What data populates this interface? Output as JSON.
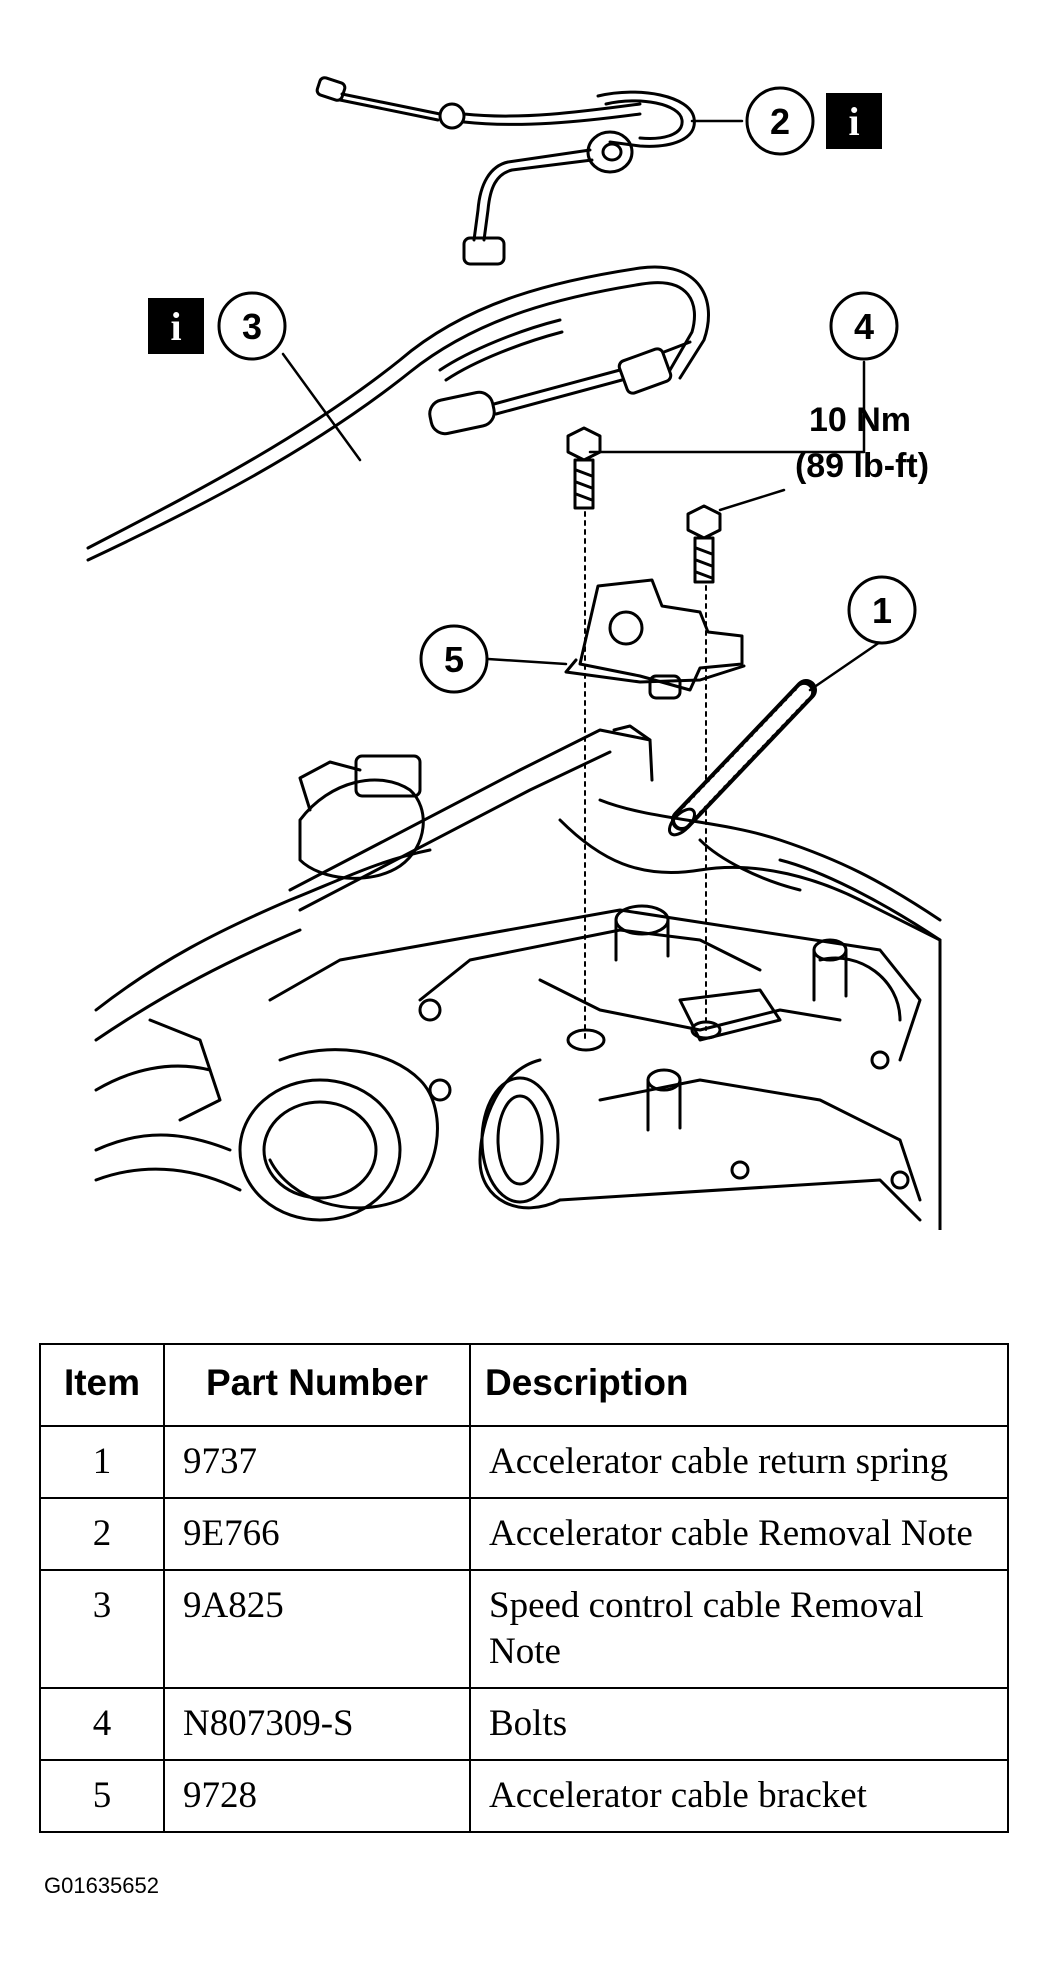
{
  "callouts": {
    "c1": "1",
    "c2": "2",
    "c3": "3",
    "c4": "4",
    "c5": "5"
  },
  "info_badge": "i",
  "torque": {
    "line1": "10 Nm",
    "line2": "(89 lb-ft)"
  },
  "table": {
    "headers": [
      "Item",
      "Part Number",
      "Description"
    ],
    "rows": [
      {
        "item": "1",
        "part": "9737",
        "desc": "Accelerator cable return spring"
      },
      {
        "item": "2",
        "part": "9E766",
        "desc": "Accelerator cable Removal Note"
      },
      {
        "item": "3",
        "part": "9A825",
        "desc": "Speed control cable Removal Note"
      },
      {
        "item": "4",
        "part": "N807309-S",
        "desc": "Bolts"
      },
      {
        "item": "5",
        "part": "9728",
        "desc": "Accelerator cable bracket"
      }
    ]
  },
  "figure_id": "G01635652"
}
